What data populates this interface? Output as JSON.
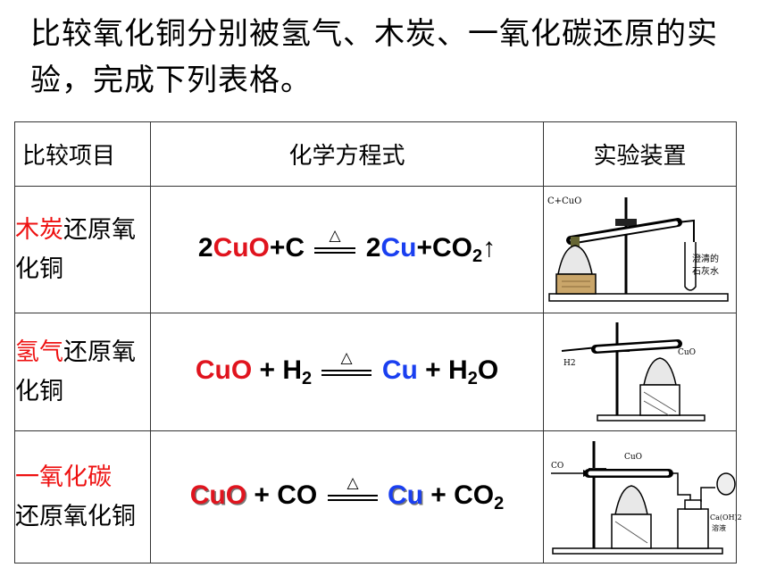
{
  "title": "比较氧化铜分别被氢气、木炭、一氧化碳还原的实验，完成下列表格。",
  "table": {
    "headers": [
      "比较项目",
      "化学方程式",
      "实验装置"
    ],
    "rows": [
      {
        "label_red": "木炭",
        "label_rest": "还原氧化铜",
        "equation": {
          "coef1": "2",
          "reactant_colored": "CuO",
          "plus1": "+C",
          "condition": "△",
          "coef2": "2",
          "product_colored": "Cu",
          "plus2": "+CO",
          "sub": "2",
          "arrow": "↑"
        },
        "apparatus_labels": [
          "C+CuO",
          "澄清的",
          "石灰水"
        ]
      },
      {
        "label_red": "氢气",
        "label_rest": "还原氧化铜",
        "equation": {
          "reactant_colored": "CuO",
          "plus1": " + H",
          "sub1": "2",
          "condition": "△",
          "product_colored": "Cu",
          "plus2": " + H",
          "sub2": "2",
          "tail": "O"
        },
        "apparatus_labels": [
          "H2",
          "CuO"
        ]
      },
      {
        "label_red": "一氧化碳",
        "label_rest": "还原氧化铜",
        "equation": {
          "reactant_colored": "CuO",
          "plus1": " + CO",
          "condition": "△",
          "product_colored": "Cu",
          "plus2": " + CO",
          "sub": "2"
        },
        "apparatus_labels": [
          "CO",
          "CuO",
          "Ca(OH)2",
          "溶液"
        ]
      }
    ]
  }
}
